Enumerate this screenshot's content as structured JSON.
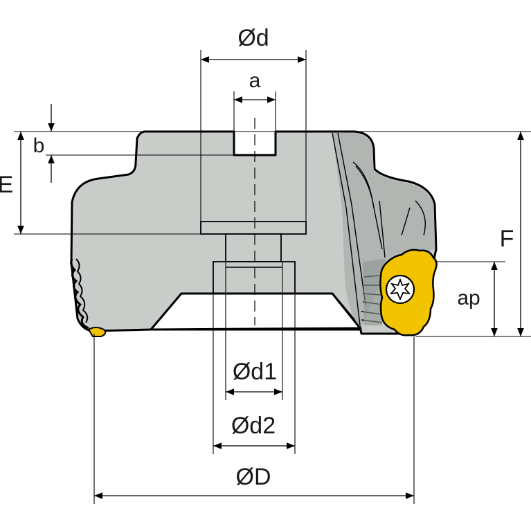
{
  "labels": {
    "od": "Ød",
    "a": "a",
    "b": "b",
    "E": "E",
    "F": "F",
    "ap": "ap",
    "od1": "Ød1",
    "od2": "Ød2",
    "oD": "ØD"
  },
  "colors": {
    "body_fill": "#c8cdc9",
    "body_shade": "#aeb4b0",
    "insert_fill": "#f2c400",
    "line": "#000000",
    "background": "#ffffff"
  },
  "icons": {
    "insert_screw": "torx-screw-icon"
  }
}
